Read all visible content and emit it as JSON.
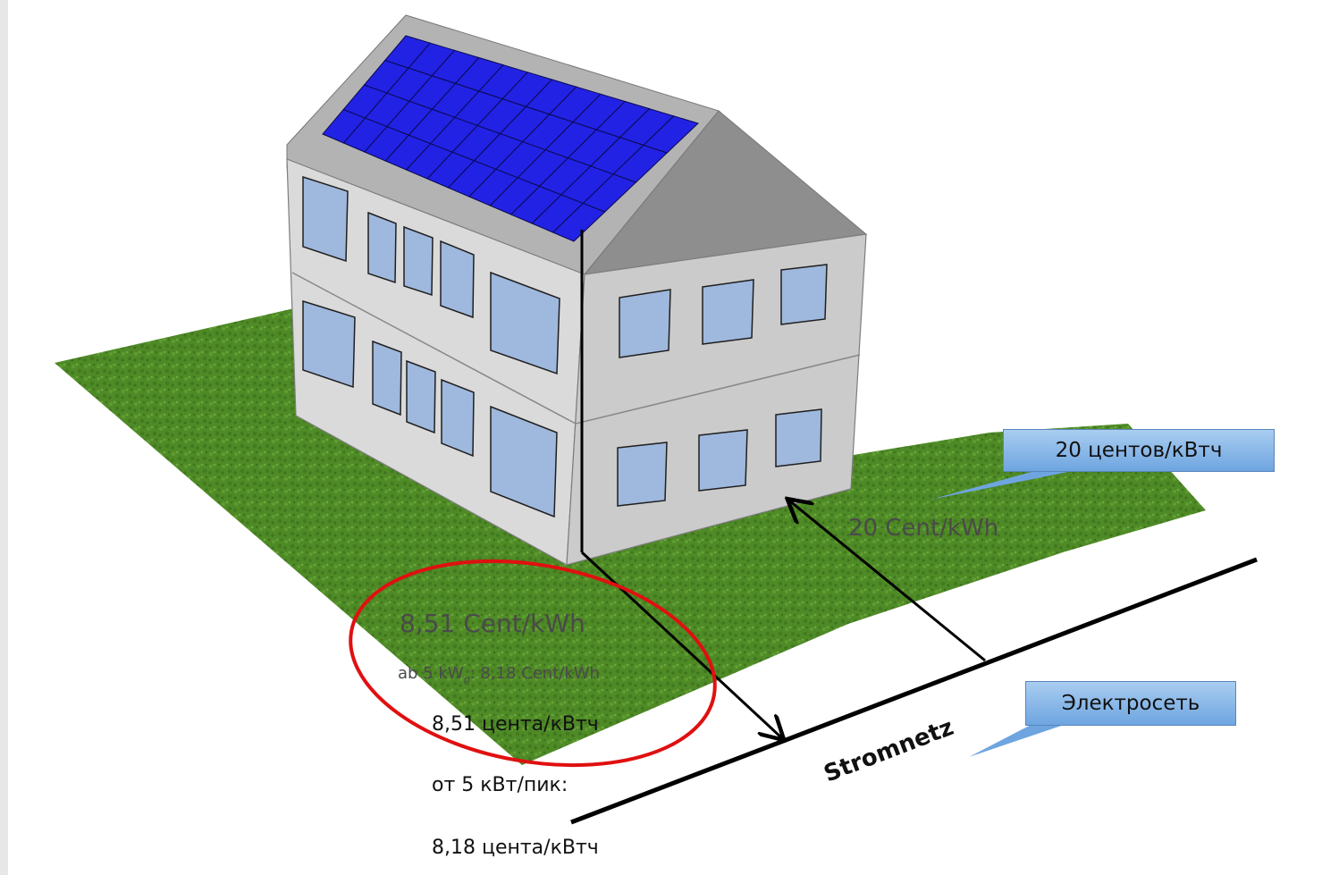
{
  "labels": {
    "price_consumption": "20 Cent/kWh",
    "feed_in_rate": "8,51 Cent/kWh",
    "feed_in_rate_above_prefix": "ab 5 kW",
    "feed_in_rate_above_sub": "p",
    "feed_in_rate_above_suffix": ": 8,18 Cent/kWh",
    "grid": "Stromnetz"
  },
  "translations": {
    "price_consumption": "20 центов/кВтч",
    "grid": "Электросеть",
    "feed_in_rate": "8,51 цента/кВтч",
    "above_threshold": "от 5 кВт/пик:",
    "feed_in_rate_above": "8,18 цента/кВтч"
  },
  "colors": {
    "grass": "#4e8a26",
    "wall_front": "#dcdcdc",
    "wall_side": "#cbcbcb",
    "roof": "#a9a9a9",
    "window": "#9fb8dd",
    "solar_panel": "#2222e4",
    "highlight_ellipse": "#e01010",
    "callout": "#8bbbe8"
  }
}
